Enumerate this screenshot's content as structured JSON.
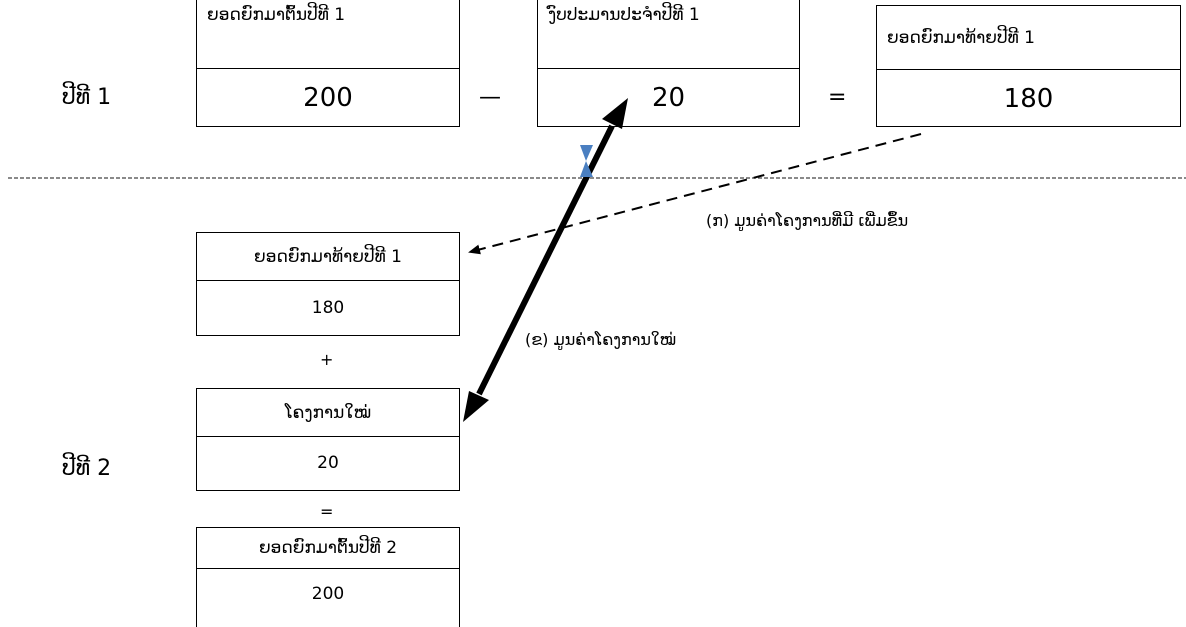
{
  "year1": {
    "label": "ປີທີ 1",
    "opening": {
      "header": "ຍອດຍົກມາຕົ້ນປີທີ 1",
      "value": "200"
    },
    "minus": "—",
    "budget": {
      "header": "ງົບປະມານປະຈຳປີທີ 1",
      "value": "20"
    },
    "equals": "=",
    "closing": {
      "header": "ຍອດຍົກມາທ້າຍປີທີ 1",
      "value": "180"
    }
  },
  "year2": {
    "label": "ປີທີ 2",
    "carried": {
      "header": "ຍອດຍົກມາທ້າຍປີທີ 1",
      "value": "180"
    },
    "plus": "+",
    "new_project": {
      "header": "ໂຄງການໃໝ່",
      "value": "20"
    },
    "equals": "=",
    "opening": {
      "header": "ຍອດຍົກມາຕົ້ນປີທີ 2",
      "value": "200"
    }
  },
  "annotations": {
    "a": "(ກ) ມູນຄ່າໂຄງການທີ່ມີ ເພີ່ມຂຶ້ນ",
    "b": "(ຂ) ມູນຄ່າໂຄງການໃໝ່"
  },
  "colors": {
    "line": "#000000",
    "separator": "#444444",
    "marker": "#4a7fc1"
  }
}
